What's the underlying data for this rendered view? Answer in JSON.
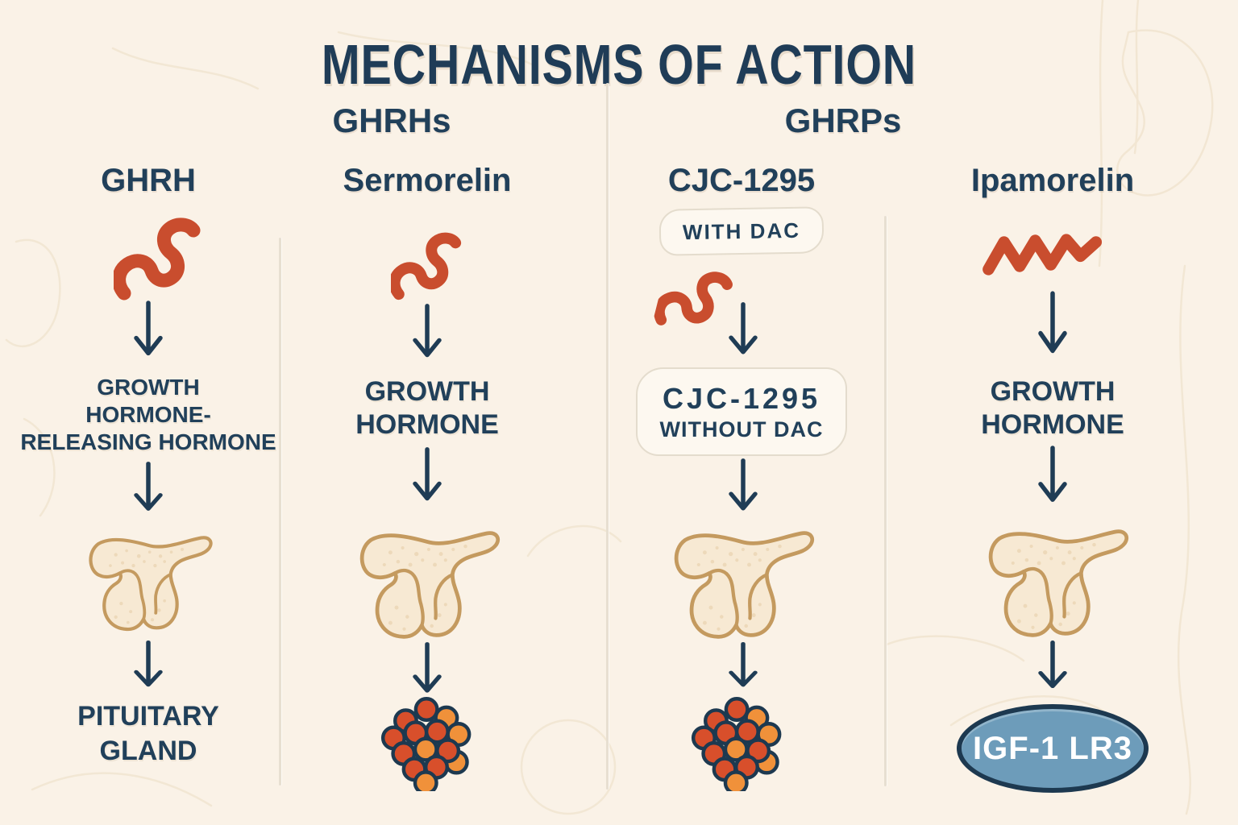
{
  "title": "MECHANISMS OF ACTION",
  "group_headers": {
    "left": "GHRHs",
    "right": "GHRPs"
  },
  "columns": [
    {
      "header": "GHRH",
      "molecule_icon": "peptide-squiggle-icon",
      "target_lines": [
        "GROWTH",
        "HORMONE-",
        "RELEASING HORMONE"
      ],
      "organ_icon": "pituitary-gland-icon",
      "result_type": "text",
      "result_lines": [
        "PITUITARY",
        "GLAND"
      ]
    },
    {
      "header": "Sermorelin",
      "molecule_icon": "peptide-squiggle-icon",
      "target_lines": [
        "GROWTH",
        "HORMONE"
      ],
      "organ_icon": "pituitary-gland-icon",
      "result_type": "hormone-cluster",
      "result_icon": "hormone-cluster-icon"
    },
    {
      "header": "CJC-1295",
      "badge": "WITH DAC",
      "molecule_icon": "peptide-squiggle-icon",
      "box_lines": [
        "CJC-1295",
        "WITHOUT DAC"
      ],
      "organ_icon": "pituitary-gland-icon",
      "result_type": "hormone-cluster",
      "result_icon": "hormone-cluster-icon"
    },
    {
      "header": "Ipamorelin",
      "molecule_icon": "peptide-zigzag-icon",
      "target_lines": [
        "GROWTH",
        "HORMONE"
      ],
      "organ_icon": "pituitary-gland-icon",
      "result_type": "pill",
      "result_label": "IGF-1 LR3"
    }
  ],
  "colors": {
    "background": "#faf2e7",
    "navy_text": "#21405a",
    "arrow": "#1f3c55",
    "peptide_red": "#c94d2e",
    "cluster_red": "#d84f2b",
    "cluster_orange": "#f0913a",
    "cluster_outline": "#1d3950",
    "gland_fill": "#f7e9d3",
    "gland_outline": "#c49a5f",
    "pill_blue": "#6d9cba",
    "pill_text": "#ffffff",
    "divider": "#e7dfd1",
    "box_border": "#e4dccd",
    "box_fill": "#fdf8f0"
  }
}
